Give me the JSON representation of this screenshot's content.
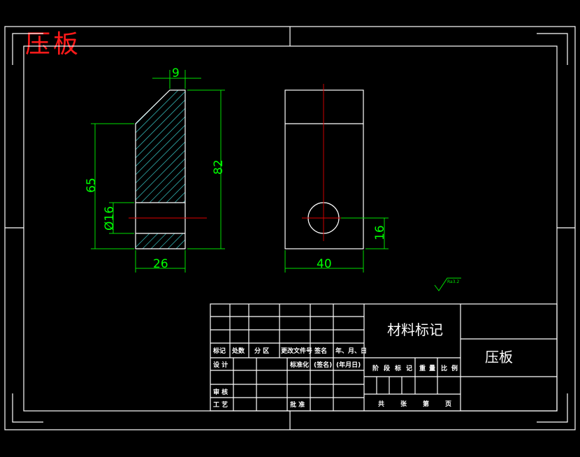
{
  "drawing": {
    "title": "压板",
    "dims": {
      "top_width": "9",
      "height_total": "82",
      "height_left": "65",
      "hole_dia": "Ø16",
      "base_width": "26",
      "front_width": "40",
      "hole_height": "16"
    },
    "roughness": "Ra3.2"
  },
  "title_block": {
    "material": "材料标记",
    "part_name": "压板",
    "rev_headers": [
      "标记",
      "处数",
      "分 区",
      "更改文件号",
      "签名",
      "年、月、日"
    ],
    "row_design": "设 计",
    "row_standard": "标准化",
    "row_sign": "(签名)",
    "row_date": "(年月日)",
    "row_review": "审 核",
    "row_process": "工 艺",
    "row_approve": "批 准",
    "stage_headers": [
      "阶",
      "段",
      "标",
      "记",
      "重",
      "量",
      "比",
      "例"
    ],
    "sheet_labels": [
      "共",
      "张",
      "第",
      "页"
    ]
  }
}
